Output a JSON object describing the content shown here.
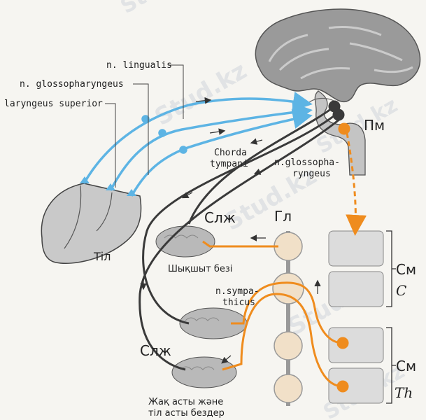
{
  "watermark": "Stud.kz",
  "labels": {
    "lingualis": "n. lingualis",
    "glossopharyngeus": "n. glossopharyngeus",
    "laryngeus": "laryngeus superior",
    "chorda_1": "Chorda",
    "chorda_2": "tympani",
    "glosso_1": "n.glossopha-",
    "glosso_2": "ryngeus",
    "pm": "Пм",
    "gl": "Гл",
    "slzh_top": "Слж",
    "slzh_bottom": "Слж",
    "tongue": "Тіл",
    "parotid": "Шықшыт безі",
    "symp_1": "n.sympa-",
    "symp_2": "thicus",
    "cm_c": "См",
    "c": "C",
    "cm_th": "См",
    "th": "Th",
    "bottom_1": "Жақ асты және",
    "bottom_2": "тіл асты бездер"
  },
  "colors": {
    "sensory": "#5db4e4",
    "motor": "#3a3a3a",
    "sympathetic": "#ef8c1e",
    "tissue": "#c8c8c8",
    "spine": "#dcdcdc"
  }
}
